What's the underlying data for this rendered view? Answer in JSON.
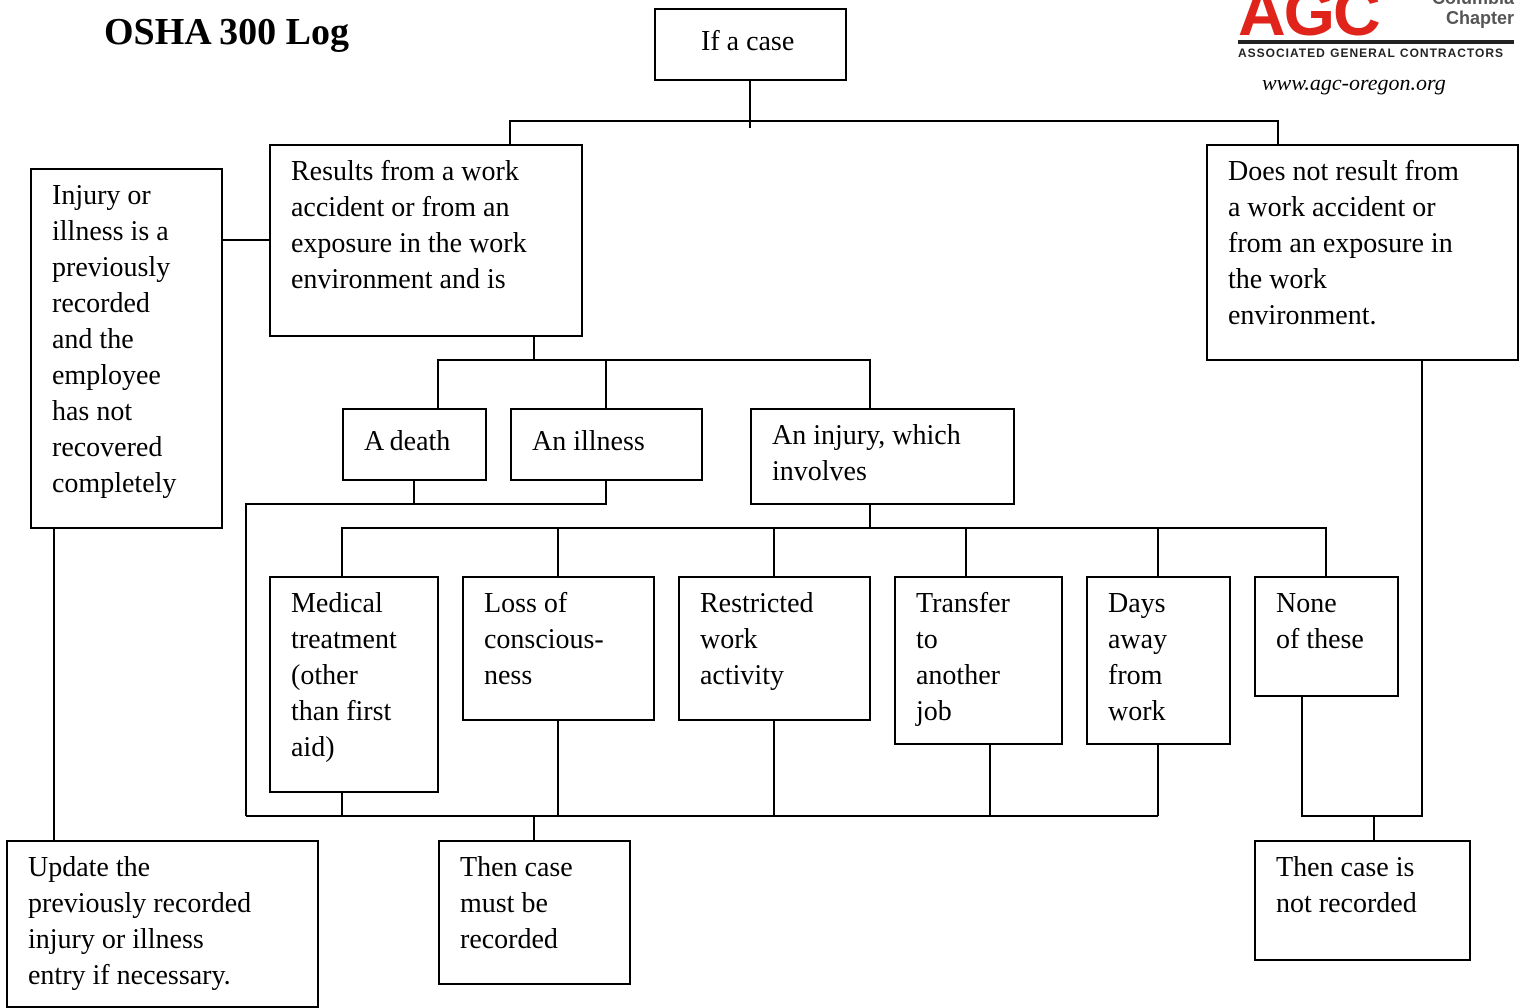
{
  "title": "OSHA 300 Log",
  "logo": {
    "brand": "AGC",
    "region_fragment": "Columbia",
    "chapter": "Chapter",
    "org": "ASSOCIATED GENERAL CONTRACTORS",
    "url": "www.agc-oregon.org",
    "brand_color": "#e0241b"
  },
  "nodes": {
    "root": "If a case",
    "work_related": "Results from a work\naccident or from an\nexposure in the work\nenvironment and is",
    "previously_recorded": "Injury or\nillness is a\npreviously\nrecorded\nand the\nemployee\nhas not\nrecovered\ncompletely",
    "not_work_related": "Does not result from\na work accident or\nfrom an exposure in\nthe work\nenvironment.",
    "death": "A death",
    "illness": "An illness",
    "injury": "An injury, which\ninvolves",
    "medical": "Medical\ntreatment\n(other\nthan first\naid)",
    "consciousness": "Loss of\nconscious-\nness",
    "restricted": "Restricted\nwork\nactivity",
    "transfer": "Transfer\nto\nanother\njob",
    "days_away": "Days\naway\nfrom\nwork",
    "none": "None\nof these",
    "update": "Update the\npreviously recorded\ninjury or illness\nentry if necessary.",
    "recorded": "Then case\nmust be\nrecorded",
    "not_recorded": "Then case is\nnot recorded"
  }
}
